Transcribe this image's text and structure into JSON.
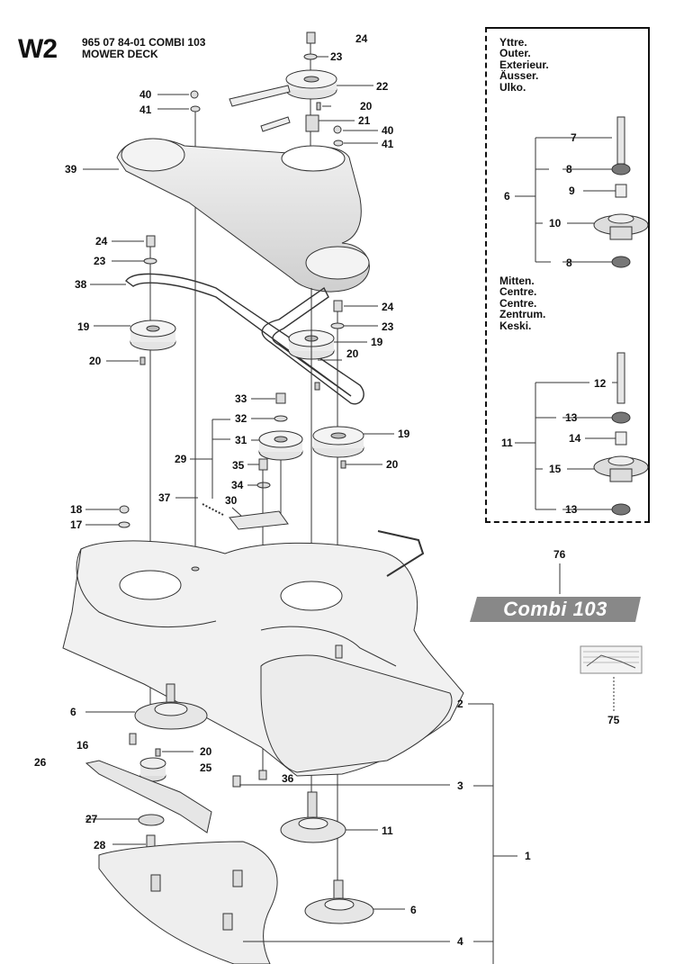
{
  "header": {
    "code": "W2",
    "part_number_line": "965 07 84-01 COMBI 103",
    "title": "MOWER DECK"
  },
  "inset": {
    "outer_labels": [
      "Yttre.",
      "Outer.",
      "Exterieur.",
      "Ä​usser.",
      "Ulko."
    ],
    "center_labels": [
      "Mitten.",
      "Centre.",
      "Centre.",
      "Zentrum.",
      "Keski."
    ]
  },
  "banner": {
    "text": "Combi 103",
    "color": "#888888"
  },
  "callouts": {
    "c24a": "24",
    "c23a": "23",
    "c22": "22",
    "c40a": "40",
    "c41a": "41",
    "c20a": "20",
    "c21": "21",
    "c40b": "40",
    "c41b": "41",
    "c39": "39",
    "c24b": "24",
    "c23b": "23",
    "c38": "38",
    "c24c": "24",
    "c23c": "23",
    "c19a": "19",
    "c19b": "19",
    "c20b": "20",
    "c20c": "20",
    "c33": "33",
    "c32": "32",
    "c31": "31",
    "c29": "29",
    "c35": "35",
    "c34": "34",
    "c19c": "19",
    "c20d": "20",
    "c37": "37",
    "c30": "30",
    "c18": "18",
    "c17": "17",
    "c76": "76",
    "c75": "75",
    "c2": "2",
    "c6a": "6",
    "c16": "16",
    "c20e": "20",
    "c26": "26",
    "c25": "25",
    "c36": "36",
    "c3": "3",
    "c27": "27",
    "c11a": "11",
    "c28": "28",
    "c1": "1",
    "c6b": "6",
    "c4": "4",
    "i7": "7",
    "i8a": "8",
    "i6": "6",
    "i9": "9",
    "i10": "10",
    "i8b": "8",
    "i12": "12",
    "i13a": "13",
    "i11": "11",
    "i14": "14",
    "i15": "15",
    "i13b": "13"
  }
}
